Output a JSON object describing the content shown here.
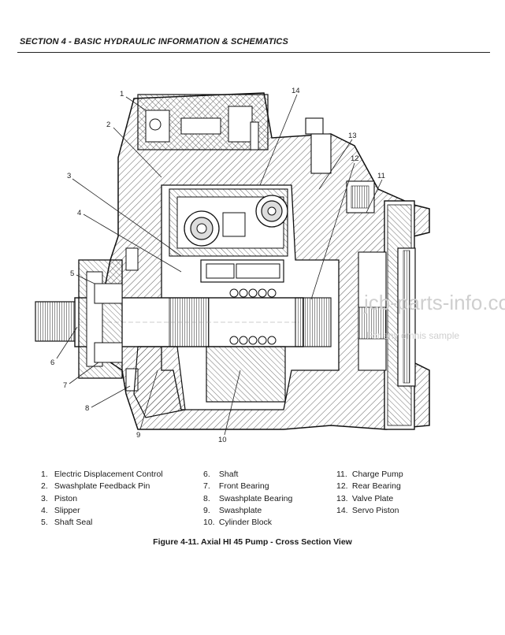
{
  "header": {
    "title": "SECTION 4 - BASIC HYDRAULIC INFORMATION & SCHEMATICS"
  },
  "watermark": {
    "site": "jcb-parts-info.com",
    "note": "For any omnis sample"
  },
  "callouts": [
    "1",
    "2",
    "3",
    "4",
    "5",
    "6",
    "7",
    "8",
    "9",
    "10",
    "11",
    "12",
    "13",
    "14"
  ],
  "legend": {
    "col1": [
      {
        "num": "1.",
        "label": "Electric Displacement Control"
      },
      {
        "num": "2.",
        "label": "Swashplate Feedback Pin"
      },
      {
        "num": "3.",
        "label": "Piston"
      },
      {
        "num": "4.",
        "label": "Slipper"
      },
      {
        "num": "5.",
        "label": "Shaft Seal"
      }
    ],
    "col2": [
      {
        "num": "6.",
        "label": "Shaft"
      },
      {
        "num": "7.",
        "label": "Front Bearing"
      },
      {
        "num": "8.",
        "label": "Swashplate Bearing"
      },
      {
        "num": "9.",
        "label": "Swashplate"
      },
      {
        "num": "10.",
        "label": "Cylinder Block"
      }
    ],
    "col3": [
      {
        "num": "11.",
        "label": "Charge Pump"
      },
      {
        "num": "12.",
        "label": "Rear Bearing"
      },
      {
        "num": "13.",
        "label": "Valve Plate"
      },
      {
        "num": "14.",
        "label": "Servo Piston"
      }
    ]
  },
  "caption": "Figure 4-11.  Axial HI 45 Pump - Cross Section View"
}
